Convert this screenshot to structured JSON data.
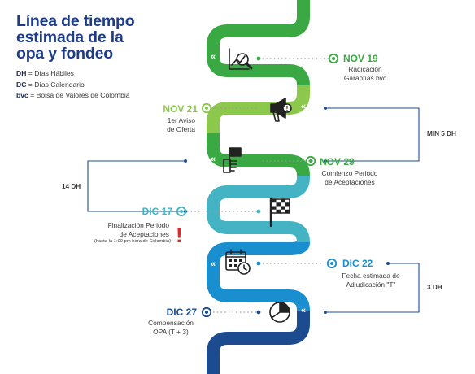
{
  "title": {
    "line1": "Línea de tiempo",
    "line2": "estimada de la",
    "line3": "opa y fondeo"
  },
  "legend": [
    {
      "abbr": "DH",
      "sep": " = ",
      "text": "Días Hábiles"
    },
    {
      "abbr": "DC",
      "sep": " = ",
      "text": "Días Calendario"
    },
    {
      "abbr": "bvc",
      "sep": " = ",
      "text": "Bolsa de Valores de Colombia"
    }
  ],
  "colors": {
    "green_dark": "#3aa944",
    "green_light": "#8cc84b",
    "teal": "#44b4c4",
    "blue": "#1a8fd0",
    "navy": "#1c4c8f",
    "title": "#1f3c86",
    "alert": "#e4232b"
  },
  "events": [
    {
      "date": "NOV 19",
      "desc": [
        "Radicación",
        "Garantías bvc"
      ],
      "icon": "chart-magnifier-icon"
    },
    {
      "date": "NOV 21",
      "desc": [
        "1er Aviso",
        "de Oferta"
      ],
      "icon": "megaphone-icon"
    },
    {
      "date": "NOV 29",
      "desc": [
        "Comienzo Periodo",
        "de Aceptaciones"
      ],
      "icon": "flag-hand-icon"
    },
    {
      "date": "DIC 17",
      "desc": [
        "Finalización Periodo",
        "de Aceptaciones"
      ],
      "note": "(hasta la 1:00 pm hora de Colombia)",
      "alert": "!",
      "icon": "checkered-flag-icon"
    },
    {
      "date": "DIC 22",
      "desc": [
        "Fecha estimada de",
        "Adjudicación \"T\""
      ],
      "icon": "calendar-clock-icon"
    },
    {
      "date": "DIC 27",
      "desc": [
        "Compensación",
        "OPA (T + 3)"
      ],
      "icon": "pie-chart-icon"
    }
  ],
  "brackets": {
    "min5": "MIN 5 DH",
    "d14": "14 DH",
    "d3": "3 DH"
  },
  "chevron_glyph": "«"
}
